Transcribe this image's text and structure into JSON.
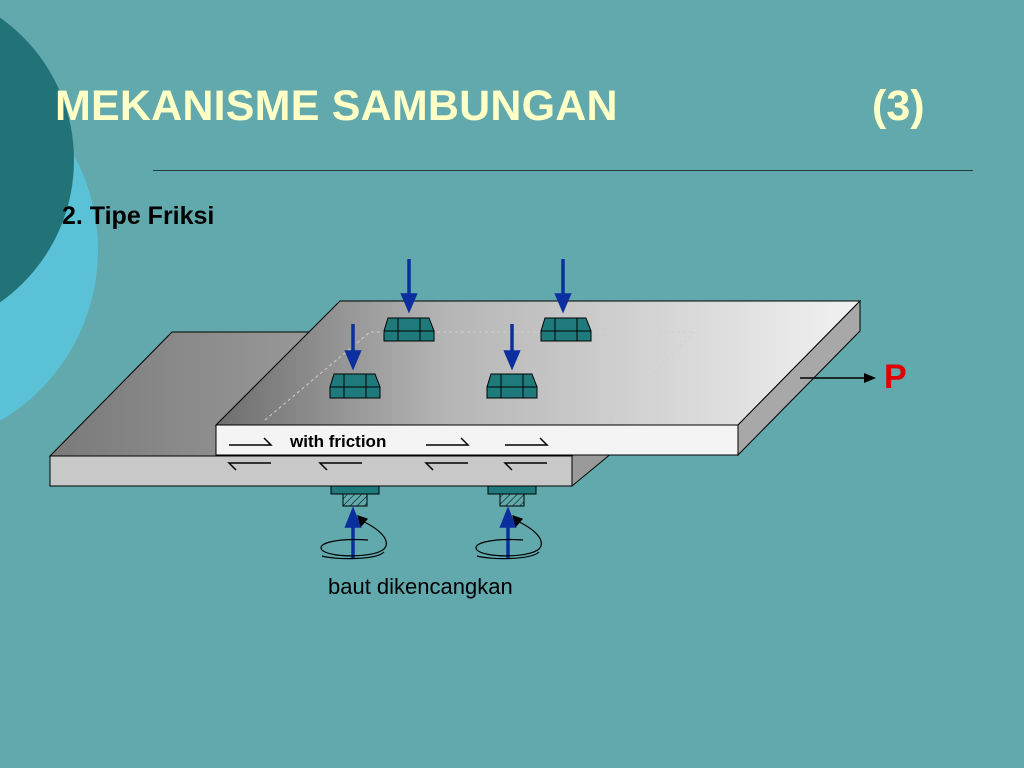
{
  "slide": {
    "title": "MEKANISME SAMBUNGAN",
    "title_number": "(3)",
    "subtitle": "2. Tipe Friksi"
  },
  "diagram": {
    "friction_label": "with friction",
    "force_label": "P",
    "bolt_label": "baut dikencangkan"
  },
  "colors": {
    "background": "#62a9ad",
    "title_text": "#ffffc6",
    "force_text": "#e00000",
    "clamp_arrow": "#0b2f9e",
    "bolt_head": "#1f7b7b"
  }
}
